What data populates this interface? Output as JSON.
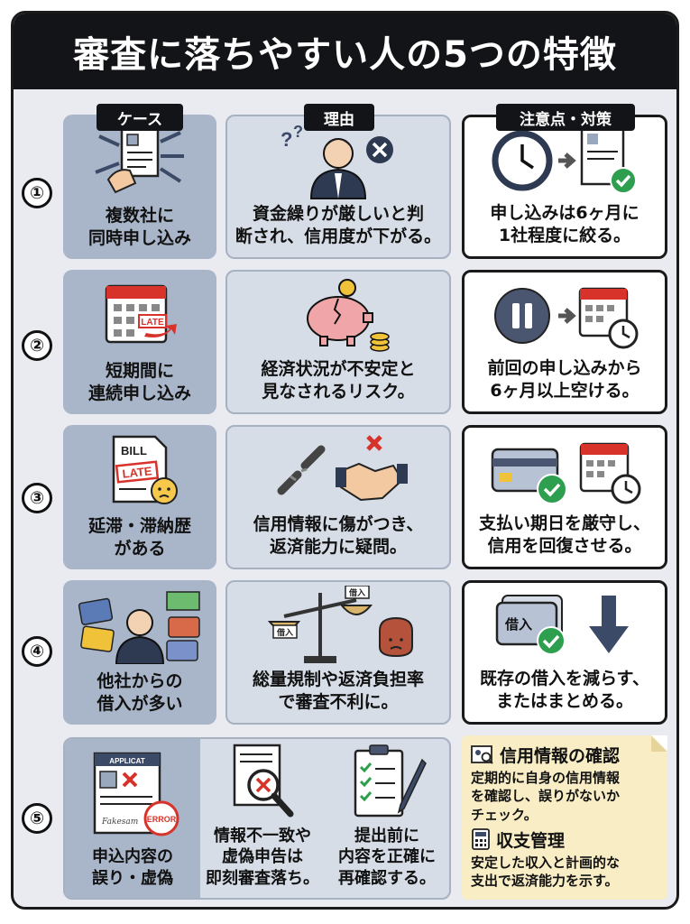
{
  "title": "審査に落ちやすい人の5つの特徴",
  "headers": {
    "case": "ケース",
    "reason": "理由",
    "measure": "注意点・対策"
  },
  "rows": [
    {
      "num": "①",
      "case": "複数社に\n同時申し込み",
      "reason": "資金繰りが厳しいと判\n断され、信用度が下がる。",
      "measure": "申し込みは6ヶ月に\n1社程度に絞る。"
    },
    {
      "num": "②",
      "case": "短期間に\n連続申し込み",
      "reason": "経済状況が不安定と\n見なされるリスク。",
      "measure": "前回の申し込みから\n6ヶ月以上空ける。"
    },
    {
      "num": "③",
      "case": "延滞・滞納歴\nがある",
      "reason": "信用情報に傷がつき、\n返済能力に疑問。",
      "measure": "支払い期日を厳守し、\n信用を回復させる。"
    },
    {
      "num": "④",
      "case": "他社からの\n借入が多い",
      "reason": "総量規制や返済負担率\nで審査不利に。",
      "measure": "既存の借入を減らす、\nまたはまとめる。"
    }
  ],
  "row5": {
    "num": "⑤",
    "case": "申込内容の\n誤り・虚偽",
    "reason": "情報不一致や\n虚偽申告は\n即刻審査落ち。",
    "measure": "提出前に\n内容を正確に\n再確認する。"
  },
  "illustration_text": {
    "bill": "BILL",
    "late": "LATE",
    "loan_tag": "借入",
    "scale_left": "借入",
    "scale_right": "借入",
    "applicat": "APPLICAT",
    "error": "ERROR",
    "signature": "Fakesam"
  },
  "memo": {
    "item1_title": "信用情報の確認",
    "item1_body": "定期的に自身の信用情報\nを確認し、誤りがないか\nチェック。",
    "item2_title": "収支管理",
    "item2_body": "安定した収入と計画的な\n支出で返済能力を示す。"
  },
  "colors": {
    "dark": "#131417",
    "case_bg": "#a9b6c9",
    "reason_bg": "#d7dde6",
    "check_green": "#2e9e4f",
    "cross_red": "#d8332b",
    "memo_bg": "#f9edc6"
  }
}
